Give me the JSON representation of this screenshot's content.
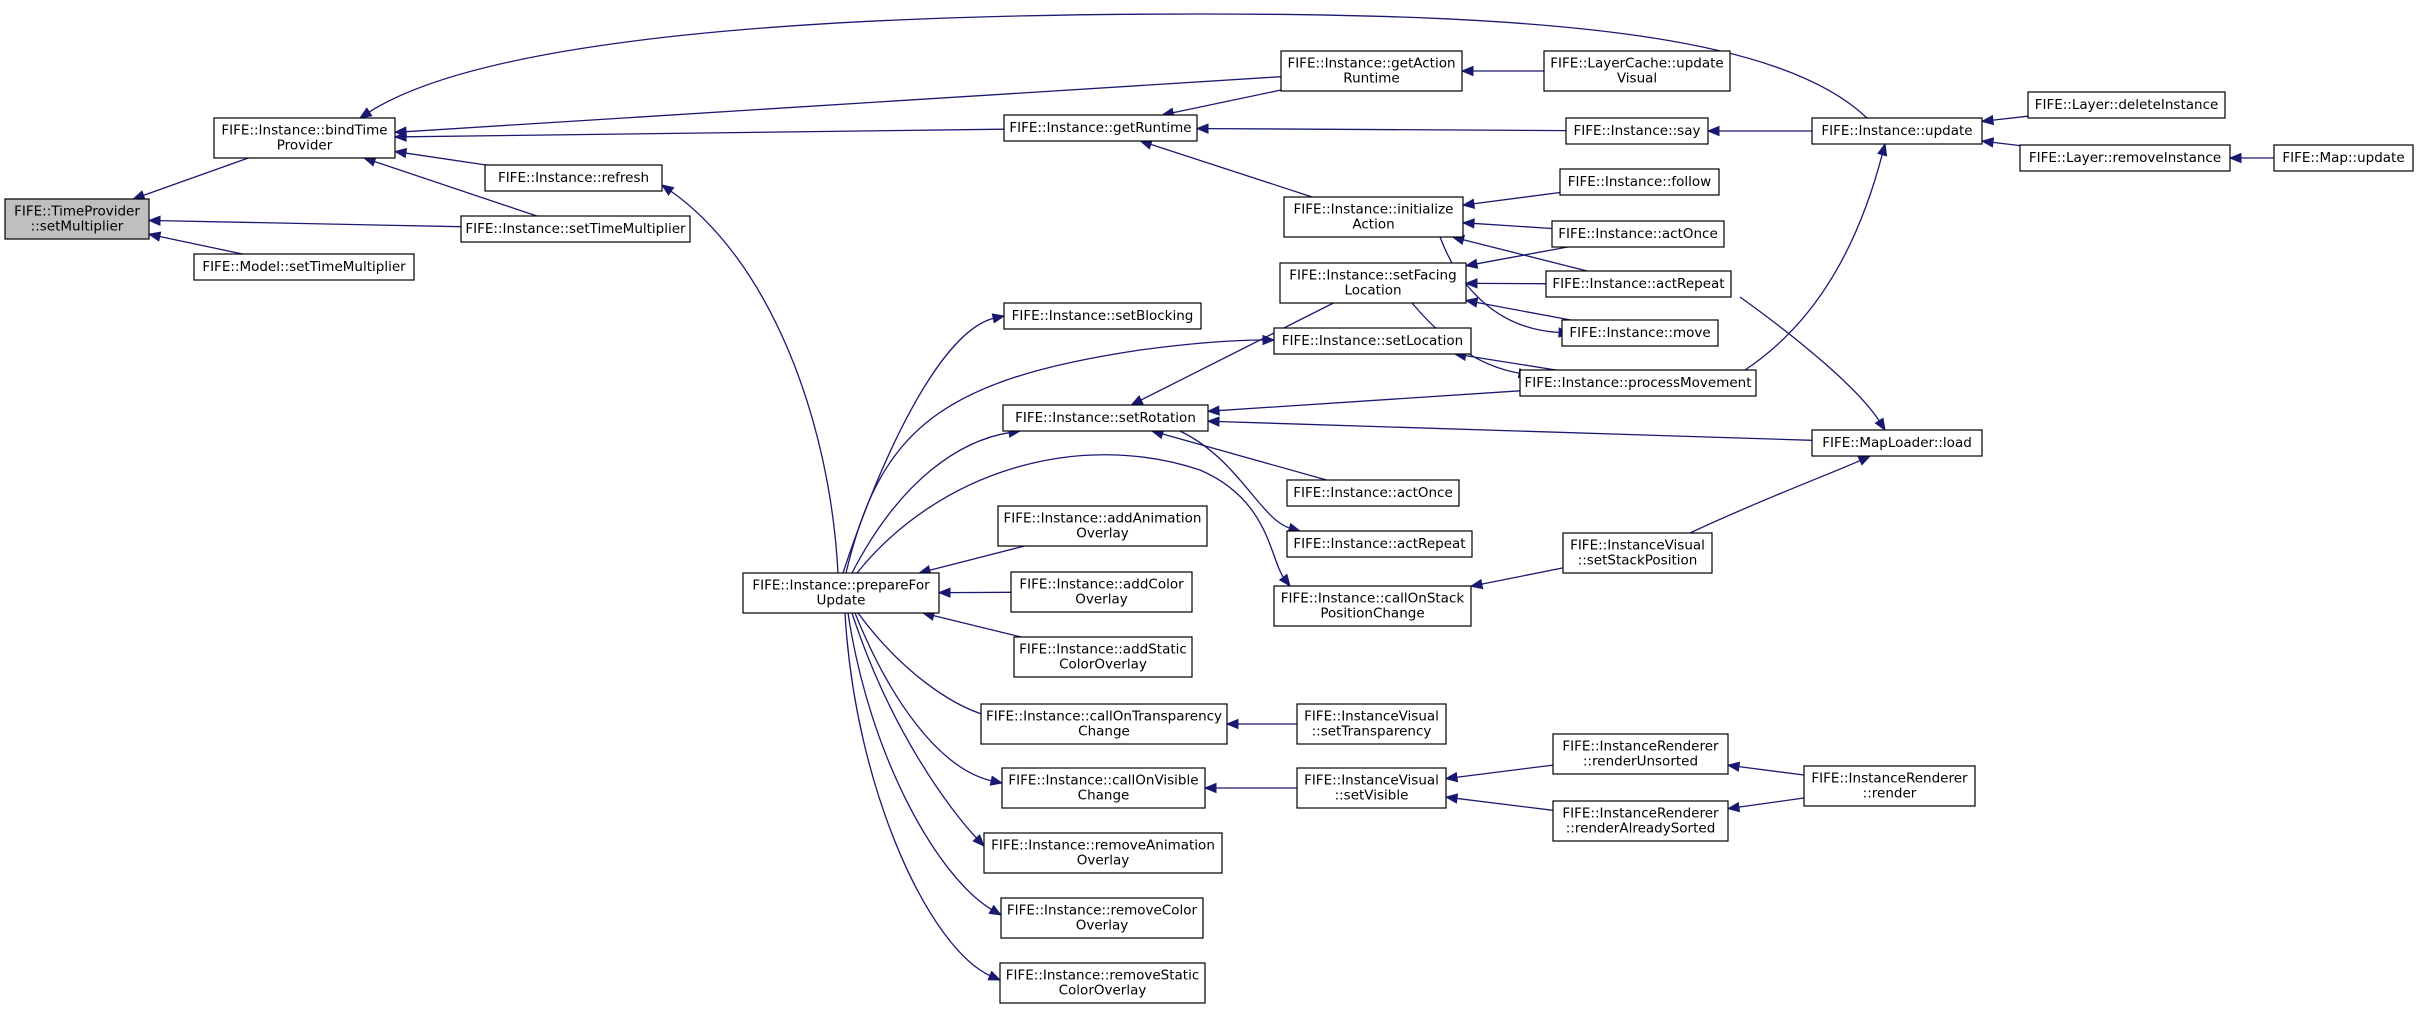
{
  "colors": {
    "edge": "#191970",
    "root_fill": "#bfbfbf",
    "node_fill": "#ffffff",
    "node_border": "#000000"
  },
  "nodes": [
    {
      "id": "n_tp_setmult",
      "lines": [
        "FIFE::TimeProvider",
        "::setMultiplier"
      ],
      "root": true
    },
    {
      "id": "n_bindtime",
      "lines": [
        "FIFE::Instance::bindTime",
        "Provider"
      ]
    },
    {
      "id": "n_model_settm",
      "lines": [
        "FIFE::Model::setTimeMultiplier"
      ]
    },
    {
      "id": "n_refresh",
      "lines": [
        "FIFE::Instance::refresh"
      ]
    },
    {
      "id": "n_inst_settm",
      "lines": [
        "FIFE::Instance::setTimeMultiplier"
      ]
    },
    {
      "id": "n_getruntime",
      "lines": [
        "FIFE::Instance::getRuntime"
      ]
    },
    {
      "id": "n_getactionrt",
      "lines": [
        "FIFE::Instance::getAction",
        "Runtime"
      ]
    },
    {
      "id": "n_layercache",
      "lines": [
        "FIFE::LayerCache::update",
        "Visual"
      ]
    },
    {
      "id": "n_say",
      "lines": [
        "FIFE::Instance::say"
      ]
    },
    {
      "id": "n_inst_update",
      "lines": [
        "FIFE::Instance::update"
      ]
    },
    {
      "id": "n_layer_delete",
      "lines": [
        "FIFE::Layer::deleteInstance"
      ]
    },
    {
      "id": "n_layer_remove",
      "lines": [
        "FIFE::Layer::removeInstance"
      ]
    },
    {
      "id": "n_map_update",
      "lines": [
        "FIFE::Map::update"
      ]
    },
    {
      "id": "n_initaction",
      "lines": [
        "FIFE::Instance::initialize",
        "Action"
      ]
    },
    {
      "id": "n_follow",
      "lines": [
        "FIFE::Instance::follow"
      ]
    },
    {
      "id": "n_actonce1",
      "lines": [
        "FIFE::Instance::actOnce"
      ]
    },
    {
      "id": "n_actrepeat1",
      "lines": [
        "FIFE::Instance::actRepeat"
      ]
    },
    {
      "id": "n_move",
      "lines": [
        "FIFE::Instance::move"
      ]
    },
    {
      "id": "n_setfacing",
      "lines": [
        "FIFE::Instance::setFacing",
        "Location"
      ]
    },
    {
      "id": "n_setblocking",
      "lines": [
        "FIFE::Instance::setBlocking"
      ]
    },
    {
      "id": "n_setlocation",
      "lines": [
        "FIFE::Instance::setLocation"
      ]
    },
    {
      "id": "n_processmove",
      "lines": [
        "FIFE::Instance::processMovement"
      ]
    },
    {
      "id": "n_setrotation",
      "lines": [
        "FIFE::Instance::setRotation"
      ]
    },
    {
      "id": "n_maploader",
      "lines": [
        "FIFE::MapLoader::load"
      ]
    },
    {
      "id": "n_actonce2",
      "lines": [
        "FIFE::Instance::actOnce"
      ]
    },
    {
      "id": "n_actrepeat2",
      "lines": [
        "FIFE::Instance::actRepeat"
      ]
    },
    {
      "id": "n_prepare",
      "lines": [
        "FIFE::Instance::prepareFor",
        "Update"
      ]
    },
    {
      "id": "n_addanim",
      "lines": [
        "FIFE::Instance::addAnimation",
        "Overlay"
      ]
    },
    {
      "id": "n_addcolor",
      "lines": [
        "FIFE::Instance::addColor",
        "Overlay"
      ]
    },
    {
      "id": "n_addstatic",
      "lines": [
        "FIFE::Instance::addStatic",
        "ColorOverlay"
      ]
    },
    {
      "id": "n_callstack",
      "lines": [
        "FIFE::Instance::callOnStack",
        "PositionChange"
      ]
    },
    {
      "id": "n_setstackpos",
      "lines": [
        "FIFE::InstanceVisual",
        "::setStackPosition"
      ]
    },
    {
      "id": "n_calltransp",
      "lines": [
        "FIFE::Instance::callOnTransparency",
        "Change"
      ]
    },
    {
      "id": "n_settransp",
      "lines": [
        "FIFE::InstanceVisual",
        "::setTransparency"
      ]
    },
    {
      "id": "n_callvisible",
      "lines": [
        "FIFE::Instance::callOnVisible",
        "Change"
      ]
    },
    {
      "id": "n_setvisible",
      "lines": [
        "FIFE::InstanceVisual",
        "::setVisible"
      ]
    },
    {
      "id": "n_renderunsorted",
      "lines": [
        "FIFE::InstanceRenderer",
        "::renderUnsorted"
      ]
    },
    {
      "id": "n_renderalready",
      "lines": [
        "FIFE::InstanceRenderer",
        "::renderAlreadySorted"
      ]
    },
    {
      "id": "n_render",
      "lines": [
        "FIFE::InstanceRenderer",
        "::render"
      ]
    },
    {
      "id": "n_removeanim",
      "lines": [
        "FIFE::Instance::removeAnimation",
        "Overlay"
      ]
    },
    {
      "id": "n_removecolor",
      "lines": [
        "FIFE::Instance::removeColor",
        "Overlay"
      ]
    },
    {
      "id": "n_removestatic",
      "lines": [
        "FIFE::Instance::removeStatic",
        "ColorOverlay"
      ]
    }
  ],
  "edges": [
    {
      "to": "n_tp_setmult",
      "from": "n_bindtime"
    },
    {
      "to": "n_tp_setmult",
      "from": "n_inst_settm"
    },
    {
      "to": "n_tp_setmult",
      "from": "n_model_settm"
    },
    {
      "to": "n_bindtime",
      "from": "n_inst_update"
    },
    {
      "to": "n_bindtime",
      "from": "n_getactionrt"
    },
    {
      "to": "n_bindtime",
      "from": "n_getruntime"
    },
    {
      "to": "n_bindtime",
      "from": "n_refresh"
    },
    {
      "to": "n_bindtime",
      "from": "n_inst_settm"
    },
    {
      "to": "n_refresh",
      "from": "n_prepare"
    },
    {
      "to": "n_getruntime",
      "from": "n_getactionrt"
    },
    {
      "to": "n_getruntime",
      "from": "n_say"
    },
    {
      "to": "n_getruntime",
      "from": "n_initaction"
    },
    {
      "to": "n_getactionrt",
      "from": "n_layercache"
    },
    {
      "to": "n_say",
      "from": "n_inst_update"
    },
    {
      "to": "n_inst_update",
      "from": "n_layer_delete"
    },
    {
      "to": "n_inst_update",
      "from": "n_layer_remove"
    },
    {
      "to": "n_inst_update",
      "from": "n_processmove"
    },
    {
      "to": "n_layer_remove",
      "from": "n_map_update"
    },
    {
      "to": "n_initaction",
      "from": "n_follow"
    },
    {
      "to": "n_initaction",
      "from": "n_actonce1"
    },
    {
      "to": "n_initaction",
      "from": "n_actrepeat1"
    },
    {
      "to": "n_initaction",
      "from": "n_move"
    },
    {
      "to": "n_setfacing",
      "from": "n_actonce1"
    },
    {
      "to": "n_setfacing",
      "from": "n_actrepeat1"
    },
    {
      "to": "n_setfacing",
      "from": "n_move"
    },
    {
      "to": "n_setfacing",
      "from": "n_processmove"
    },
    {
      "to": "n_actrepeat1",
      "from": "n_maploader"
    },
    {
      "to": "n_setlocation",
      "from": "n_processmove"
    },
    {
      "to": "n_setrotation",
      "from": "n_setfacing"
    },
    {
      "to": "n_setrotation",
      "from": "n_processmove"
    },
    {
      "to": "n_setrotation",
      "from": "n_maploader"
    },
    {
      "to": "n_setrotation",
      "from": "n_actonce2"
    },
    {
      "to": "n_setrotation",
      "from": "n_actrepeat2"
    },
    {
      "to": "n_prepare",
      "from": "n_setblocking"
    },
    {
      "to": "n_prepare",
      "from": "n_setlocation"
    },
    {
      "to": "n_prepare",
      "from": "n_setrotation"
    },
    {
      "to": "n_prepare",
      "from": "n_callstack"
    },
    {
      "to": "n_prepare",
      "from": "n_addanim"
    },
    {
      "to": "n_prepare",
      "from": "n_addcolor"
    },
    {
      "to": "n_prepare",
      "from": "n_addstatic"
    },
    {
      "to": "n_prepare",
      "from": "n_calltransp"
    },
    {
      "to": "n_prepare",
      "from": "n_callvisible"
    },
    {
      "to": "n_prepare",
      "from": "n_removeanim"
    },
    {
      "to": "n_prepare",
      "from": "n_removecolor"
    },
    {
      "to": "n_prepare",
      "from": "n_removestatic"
    },
    {
      "to": "n_callstack",
      "from": "n_setstackpos"
    },
    {
      "to": "n_setstackpos",
      "from": "n_maploader"
    },
    {
      "to": "n_calltransp",
      "from": "n_settransp"
    },
    {
      "to": "n_callvisible",
      "from": "n_setvisible"
    },
    {
      "to": "n_setvisible",
      "from": "n_renderunsorted"
    },
    {
      "to": "n_setvisible",
      "from": "n_renderalready"
    },
    {
      "to": "n_renderunsorted",
      "from": "n_render"
    },
    {
      "to": "n_renderalready",
      "from": "n_render"
    }
  ]
}
